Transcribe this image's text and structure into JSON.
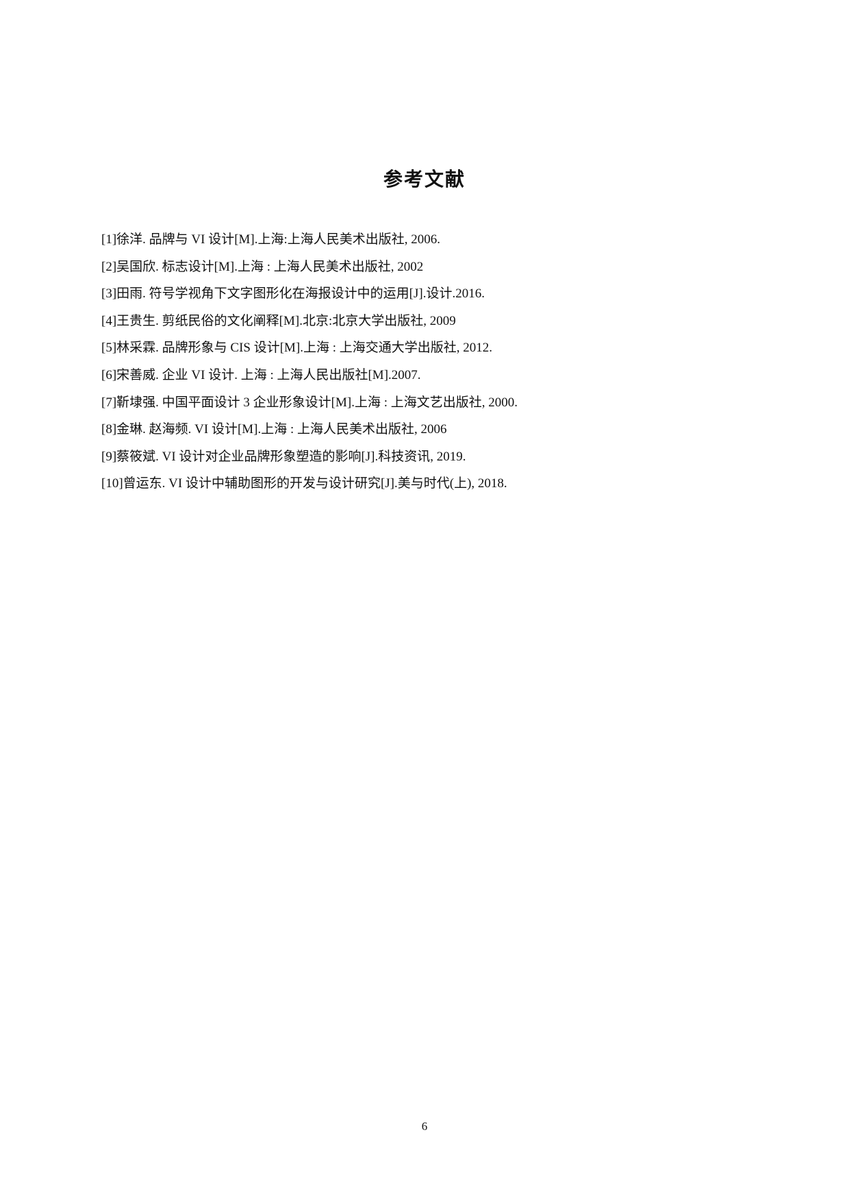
{
  "document": {
    "heading": "参考文献",
    "references": [
      "[1]徐洋. 品牌与 VI 设计[M].上海:上海人民美术出版社, 2006.",
      "[2]吴国欣. 标志设计[M].上海 : 上海人民美术出版社, 2002",
      "[3]田雨. 符号学视角下文字图形化在海报设计中的运用[J].设计.2016.",
      "[4]王贵生. 剪纸民俗的文化阐释[M].北京:北京大学出版社, 2009",
      "[5]林采霖. 品牌形象与 CIS 设计[M].上海 : 上海交通大学出版社, 2012.",
      "[6]宋善威. 企业 VI 设计. 上海 : 上海人民出版社[M].2007.",
      "[7]靳埭强. 中国平面设计 3 企业形象设计[M].上海 : 上海文艺出版社, 2000.",
      "[8]金琳. 赵海频. VI 设计[M].上海 : 上海人民美术出版社, 2006",
      "[9]蔡筱斌. VI 设计对企业品牌形象塑造的影响[J].科技资讯, 2019.",
      "[10]曾运东. VI 设计中辅助图形的开发与设计研究[J].美与时代(上), 2018."
    ],
    "page_number": "6"
  }
}
